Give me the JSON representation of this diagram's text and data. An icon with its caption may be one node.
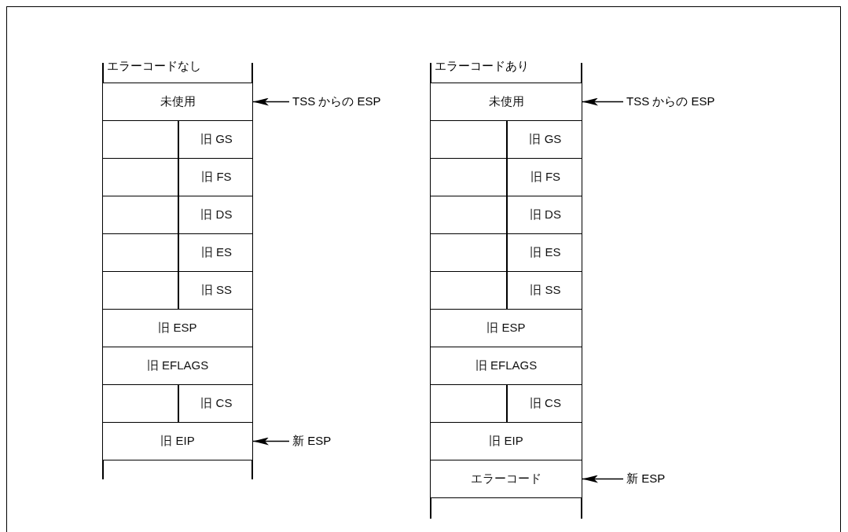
{
  "diagram": {
    "nodes": [
      {
        "text": [
          "未使用"
        ]
      },
      {
        "text": [
          "旧 GS"
        ]
      },
      {
        "text": [
          "旧 FS"
        ]
      },
      {
        "text": [
          "旧 DS"
        ]
      },
      {
        "text": [
          "旧 ES"
        ]
      },
      {
        "text": [
          "旧 SS"
        ]
      },
      {
        "text": [
          "旧 ESP"
        ]
      },
      {
        "text": [
          "旧 EFLAGS"
        ]
      },
      {
        "text": [
          "旧 CS"
        ]
      },
      {
        "text": [
          "旧 EIP"
        ]
      },
      {
        "text": [
          "TSS からの ESP"
        ]
      },
      {
        "text": [
          "新 ESP"
        ]
      },
      {
        "text": [
          "未使用"
        ]
      },
      {
        "text": [
          "旧 GS"
        ]
      },
      {
        "text": [
          "旧 FS"
        ]
      },
      {
        "text": [
          "旧 DS"
        ]
      },
      {
        "text": [
          "旧 ES"
        ]
      },
      {
        "text": [
          "旧 SS"
        ]
      },
      {
        "text": [
          "旧 ESP"
        ]
      },
      {
        "text": [
          "旧 EFLAGS"
        ]
      },
      {
        "text": [
          "旧 CS"
        ]
      },
      {
        "text": [
          "旧 EIP"
        ]
      },
      {
        "text": [
          "エラーコード"
        ]
      },
      {
        "text": [
          "TSS からの ESP"
        ]
      },
      {
        "text": [
          "新 ESP"
        ]
      }
    ],
    "edges": [
      {
        "from": 10,
        "to": 0,
        "arrow": "to"
      },
      {
        "from": 11,
        "to": 9,
        "arrow": "to"
      },
      {
        "from": 23,
        "to": 12,
        "arrow": "to"
      },
      {
        "from": 24,
        "to": 22,
        "arrow": "to"
      }
    ],
    "labels": [
      "エラーコードなし",
      "エラーコードあり"
    ]
  }
}
